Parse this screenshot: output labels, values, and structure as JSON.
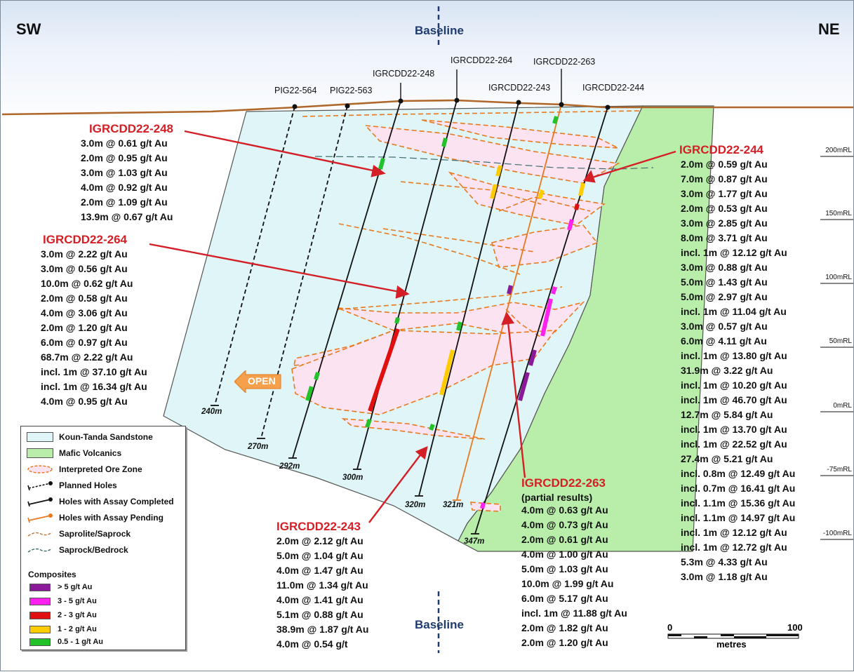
{
  "directions": {
    "left": "SW",
    "right": "NE"
  },
  "baseline": {
    "label_top": "Baseline",
    "label_bottom": "Baseline"
  },
  "hole_labels": [
    {
      "id": "pig564",
      "text": "PIG22-564"
    },
    {
      "id": "pig563",
      "text": "PIG22-563"
    },
    {
      "id": "h248",
      "text": "IGRCDD22-248"
    },
    {
      "id": "h264",
      "text": "IGRCDD22-264"
    },
    {
      "id": "h243",
      "text": "IGRCDD22-243"
    },
    {
      "id": "h263",
      "text": "IGRCDD22-263"
    },
    {
      "id": "h244",
      "text": "IGRCDD22-244"
    }
  ],
  "hole_depths": [
    "240m",
    "270m",
    "292m",
    "300m",
    "320m",
    "321m",
    "347m"
  ],
  "rl_labels": [
    "200mRL",
    "150mRL",
    "100mRL",
    "50mRL",
    "0mRL",
    "-75mRL",
    "-100mRL"
  ],
  "open_label": "OPEN",
  "intercepts": {
    "h248": {
      "title": "IGRCDD22-248",
      "rows": [
        "3.0m @ 0.61 g/t Au",
        "2.0m @ 0.95 g/t Au",
        "3.0m @ 1.03 g/t Au",
        "4.0m @ 0.92 g/t Au",
        "2.0m @ 1.09 g/t Au",
        "13.9m @ 0.67 g/t Au"
      ]
    },
    "h264": {
      "title": "IGRCDD22-264",
      "rows": [
        "3.0m @ 2.22 g/t Au",
        "3.0m @ 0.56 g/t Au",
        "10.0m @ 0.62 g/t Au",
        "2.0m @ 0.58 g/t Au",
        "4.0m @ 3.06 g/t Au",
        "2.0m @ 1.20 g/t Au",
        "6.0m @ 0.97 g/t Au",
        "68.7m @ 2.22 g/t Au",
        "incl. 1m @ 37.10 g/t Au",
        "incl. 1m @ 16.34 g/t Au",
        "4.0m @ 0.95 g/t Au"
      ]
    },
    "h243": {
      "title": "IGRCDD22-243",
      "rows": [
        "2.0m @ 2.12 g/t Au",
        "5.0m @ 1.04 g/t Au",
        "4.0m @ 1.47 g/t Au",
        "11.0m @ 1.34 g/t Au",
        "4.0m @ 1.41 g/t Au",
        "5.1m @ 0.88 g/t Au",
        "38.9m @ 1.87 g/t Au",
        "4.0m @ 0.54 g/t"
      ]
    },
    "h263": {
      "title": "IGRCDD22-263",
      "subtitle": "(partial results)",
      "rows": [
        "4.0m @ 0.63 g/t Au",
        "4.0m @ 0.73 g/t Au",
        "2.0m @ 0.61 g/t Au",
        "4.0m @ 1.00 g/t Au",
        "5.0m @ 1.03 g/t Au",
        "10.0m @ 1.99 g/t Au",
        "6.0m @ 5.17 g/t Au",
        "incl. 1m @ 11.88 g/t Au",
        "2.0m @ 1.82 g/t Au",
        "2.0m @ 1.20 g/t Au"
      ]
    },
    "h244": {
      "title": "IGRCDD22-244",
      "rows": [
        "2.0m @ 0.59 g/t Au",
        "7.0m @ 0.87 g/t Au",
        "3.0m @ 1.77 g/t Au",
        "2.0m @ 0.53 g/t Au",
        "3.0m @ 2.85 g/t Au",
        "8.0m @ 3.71 g/t Au",
        "incl. 1m @ 12.12 g/t Au",
        "3.0m @ 0.88 g/t Au",
        "5.0m @ 1.43 g/t Au",
        "5.0m @ 2.97 g/t Au",
        "incl. 1m @ 11.04 g/t Au",
        "3.0m @ 0.57 g/t Au",
        "6.0m @ 4.11 g/t Au",
        "incl. 1m @ 13.80 g/t Au",
        "31.9m @ 3.22 g/t Au",
        "incl. 1m @ 10.20 g/t Au",
        "incl. 1m @ 46.70 g/t Au",
        "12.7m @ 5.84 g/t Au",
        "incl. 1m @ 13.70 g/t Au",
        "incl. 1m @ 22.52 g/t Au",
        "27.4m @ 5.21 g/t Au",
        "incl. 0.8m @ 12.49 g/t Au",
        "incl. 0.7m @ 16.41 g/t Au",
        "incl. 1.1m @ 15.36 g/t Au",
        "incl. 1.1m @ 14.97 g/t Au",
        "incl. 1m @ 12.12 g/t Au",
        "incl. 1m @ 12.72 g/t Au",
        "5.3m @ 4.33 g/t Au",
        "3.0m @ 1.18 g/t Au"
      ]
    }
  },
  "legend": {
    "items": [
      {
        "label": "Koun-Tanda Sandstone",
        "icon": "sandstone-swatch",
        "color": "#dff5f7"
      },
      {
        "label": "Mafic Volcanics",
        "icon": "volcanics-swatch",
        "color": "#b9eeaa"
      },
      {
        "label": "Interpreted Ore Zone",
        "icon": "ore-zone-swatch",
        "color": "#fbe3f2"
      },
      {
        "label": "Planned Holes",
        "icon": "planned-hole-icon"
      },
      {
        "label": "Holes with Assay Completed",
        "icon": "completed-hole-icon"
      },
      {
        "label": "Holes with Assay Pending",
        "icon": "pending-hole-icon"
      },
      {
        "label": "Saprolite/Saprock",
        "icon": "saprolite-line-icon"
      },
      {
        "label": "Saprock/Bedrock",
        "icon": "bedrock-line-icon"
      }
    ],
    "composites_title": "Composites",
    "composites": [
      {
        "label": "> 5 g/t Au",
        "color": "#8b1a9b"
      },
      {
        "label": "3 - 5 g/t Au",
        "color": "#ff22ee"
      },
      {
        "label": "2 - 3 g/t Au",
        "color": "#e01010"
      },
      {
        "label": "1 - 2 g/t Au",
        "color": "#ffcc00"
      },
      {
        "label": "0.5 - 1 g/t Au",
        "color": "#22c32a"
      }
    ]
  },
  "scale_bar": {
    "start": "0",
    "end": "100",
    "unit": "metres"
  },
  "colors": {
    "sandstone": "#dff5f7",
    "volcanics": "#b9eeaa",
    "ore_fill": "#fbe3f2",
    "ore_outline": "#e8791f",
    "surface": "#b0682a",
    "callout": "#d41f26",
    "pending": "#e8791f"
  }
}
